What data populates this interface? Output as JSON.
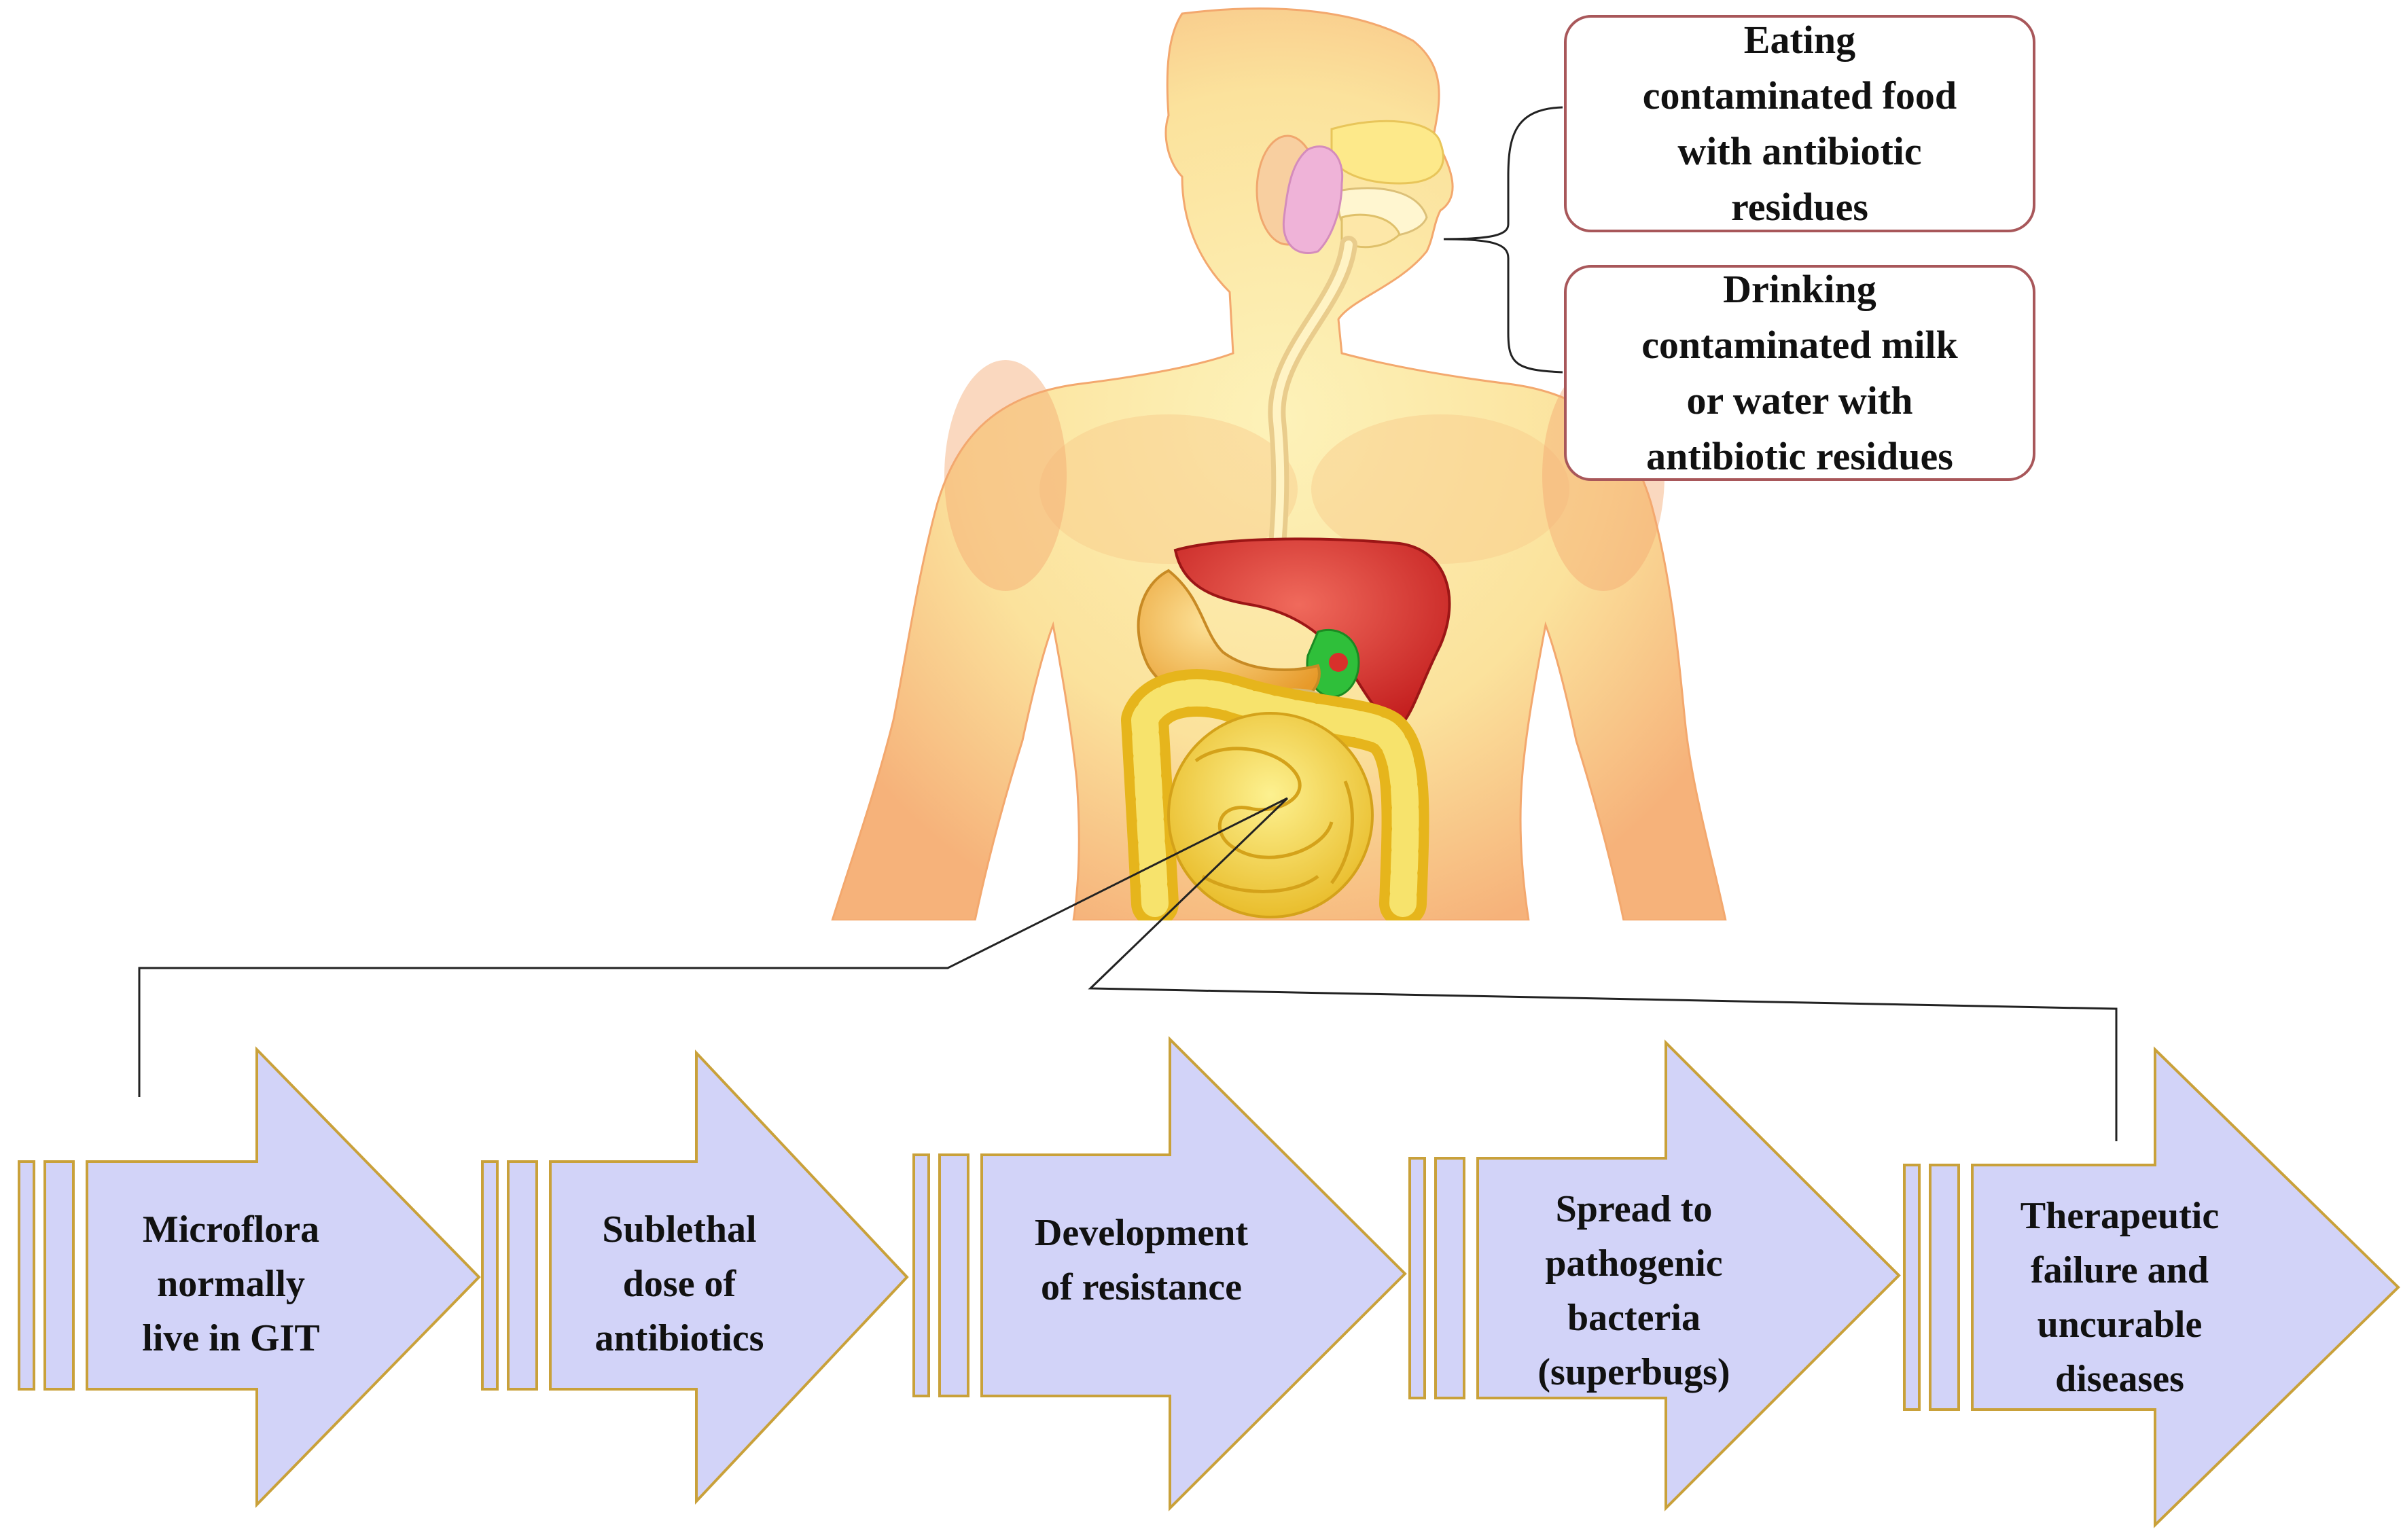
{
  "callouts": [
    {
      "name": "eating-callout",
      "text": "Eating\ncontaminated food\nwith antibiotic\nresidues"
    },
    {
      "name": "drinking-callout",
      "text": "Drinking\ncontaminated milk\nor water with\nantibiotic residues"
    }
  ],
  "steps": [
    {
      "text": "Microflora\nnormally\nlive in GIT"
    },
    {
      "text": "Sublethal\ndose of\nantibiotics"
    },
    {
      "text": "Development\nof resistance"
    },
    {
      "text": "Spread  to\npathogenic\nbacteria\n(superbugs)"
    },
    {
      "text": "Therapeutic\nfailure and\nuncurable\ndiseases"
    }
  ],
  "colors": {
    "skin": "#fbe7a2",
    "skin_shade": "#f6b27a",
    "liver": "#d8302b",
    "stomach": "#f2b93c",
    "intestine": "#f5d84a",
    "gallbladder": "#2fbf3a",
    "callout_border": "#a8575a",
    "arrow_fill": "#d2d3f8",
    "arrow_border": "#c9a13a"
  }
}
